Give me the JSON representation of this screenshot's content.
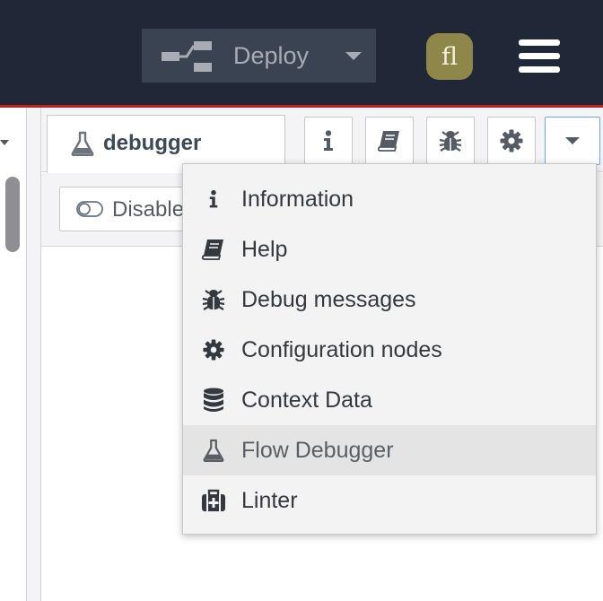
{
  "header": {
    "deploy_label": "Deploy",
    "user_initials": "fl",
    "colors": {
      "background": "#202838",
      "accent_line": "#c02020",
      "user_badge": "#8e8749"
    }
  },
  "sidebar": {
    "active_tab": {
      "label": "debugger",
      "icon": "flask-icon"
    },
    "tab_buttons": [
      {
        "name": "info",
        "icon": "info-icon"
      },
      {
        "name": "help",
        "icon": "book-icon"
      },
      {
        "name": "debug",
        "icon": "bug-icon"
      },
      {
        "name": "config",
        "icon": "gear-icon"
      },
      {
        "name": "more",
        "icon": "caret-down-icon"
      }
    ],
    "toolbar": {
      "disable_label": "Disable"
    }
  },
  "dropdown": {
    "items": [
      {
        "label": "Information",
        "icon": "info-icon"
      },
      {
        "label": "Help",
        "icon": "book-icon"
      },
      {
        "label": "Debug messages",
        "icon": "bug-icon"
      },
      {
        "label": "Configuration nodes",
        "icon": "gear-icon"
      },
      {
        "label": "Context Data",
        "icon": "database-icon"
      },
      {
        "label": "Flow Debugger",
        "icon": "flask-icon",
        "active": true
      },
      {
        "label": "Linter",
        "icon": "medkit-icon"
      }
    ]
  }
}
